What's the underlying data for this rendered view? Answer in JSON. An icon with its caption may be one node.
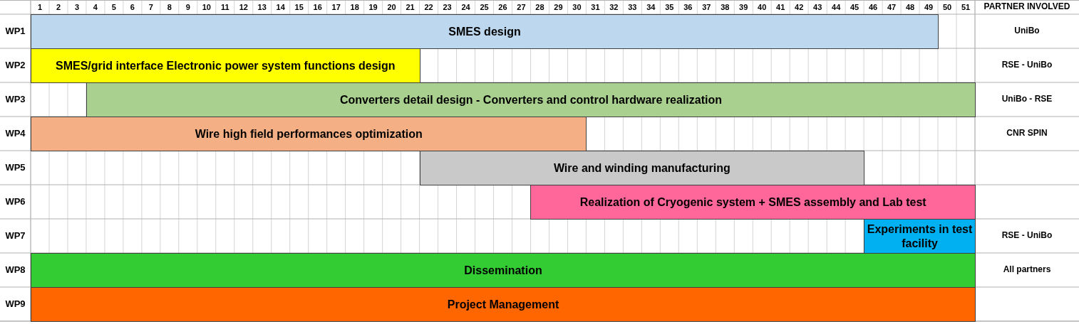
{
  "diagram": {
    "nodes": [
      {
        "text": [
          "SMES design"
        ]
      },
      {
        "text": [
          "SMES/grid interface Electronic power system functions design"
        ]
      },
      {
        "text": [
          "Converters detail design -  Converters and control hardware realization"
        ]
      },
      {
        "text": [
          "Wire high field performances optimization"
        ]
      },
      {
        "text": [
          "Wire and winding manufacturing"
        ]
      },
      {
        "text": [
          "Realization of Cryogenic system + SMES assembly and Lab test"
        ]
      },
      {
        "text": [
          "Experiments in test facility"
        ]
      },
      {
        "text": [
          "Dissemination"
        ]
      },
      {
        "text": [
          "Project Management"
        ]
      }
    ],
    "labels": [
      "1",
      "2",
      "3",
      "4",
      "5",
      "6",
      "7",
      "8",
      "9",
      "10",
      "11",
      "12",
      "13",
      "14",
      "15",
      "16",
      "17",
      "18",
      "19",
      "20",
      "21",
      "22",
      "23",
      "24",
      "25",
      "26",
      "27",
      "28",
      "29",
      "30",
      "31",
      "32",
      "33",
      "34",
      "35",
      "36",
      "37",
      "38",
      "39",
      "40",
      "41",
      "42",
      "43",
      "44",
      "45",
      "46",
      "47",
      "48",
      "49",
      "50",
      "51",
      "PARTNER INVOLVED",
      "WP1",
      "UniBo",
      "WP2",
      "RSE - UniBo",
      "WP3",
      "UniBo - RSE",
      "WP4",
      "CNR SPIN",
      "WP5",
      "WP6",
      "WP7",
      "RSE - UniBo",
      "WP8",
      "All partners",
      "WP9"
    ]
  }
}
